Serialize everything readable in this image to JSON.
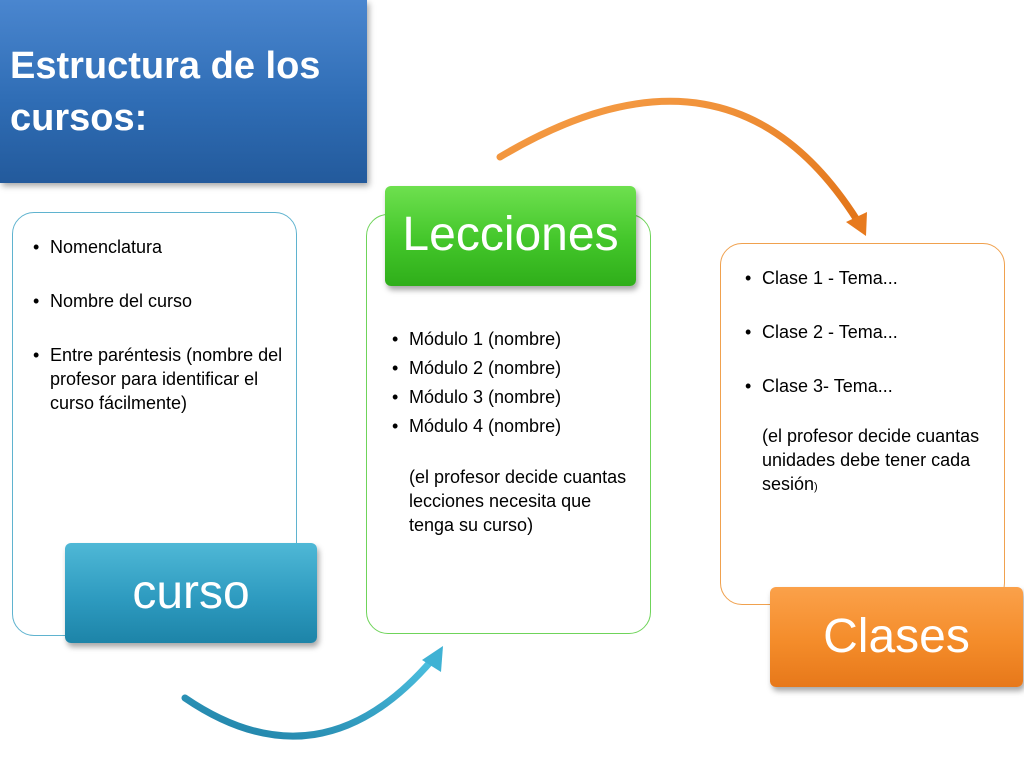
{
  "title": "Estructura de los cursos:",
  "curso": {
    "label": "curso",
    "items": [
      "Nomenclatura",
      "Nombre del curso",
      "Entre paréntesis (nombre del profesor para identificar el curso fácilmente)"
    ]
  },
  "lecciones": {
    "label": "Lecciones",
    "items": [
      "Módulo 1 (nombre)",
      "Módulo 2 (nombre)",
      "Módulo 3 (nombre)",
      "Módulo 4 (nombre)"
    ],
    "note": "(el profesor decide cuantas lecciones necesita que tenga su curso)"
  },
  "clases": {
    "label": "Clases",
    "items": [
      "Clase 1 - Tema...",
      "Clase 2 - Tema...",
      "Clase 3- Tema..."
    ],
    "note": "(el profesor decide cuantas  unidades debe tener cada sesión",
    "note_end": ")"
  },
  "colors": {
    "blue": "#2e9bc0",
    "green": "#43c62a",
    "orange": "#f48c2a",
    "title_blue": "#2f6db5"
  }
}
